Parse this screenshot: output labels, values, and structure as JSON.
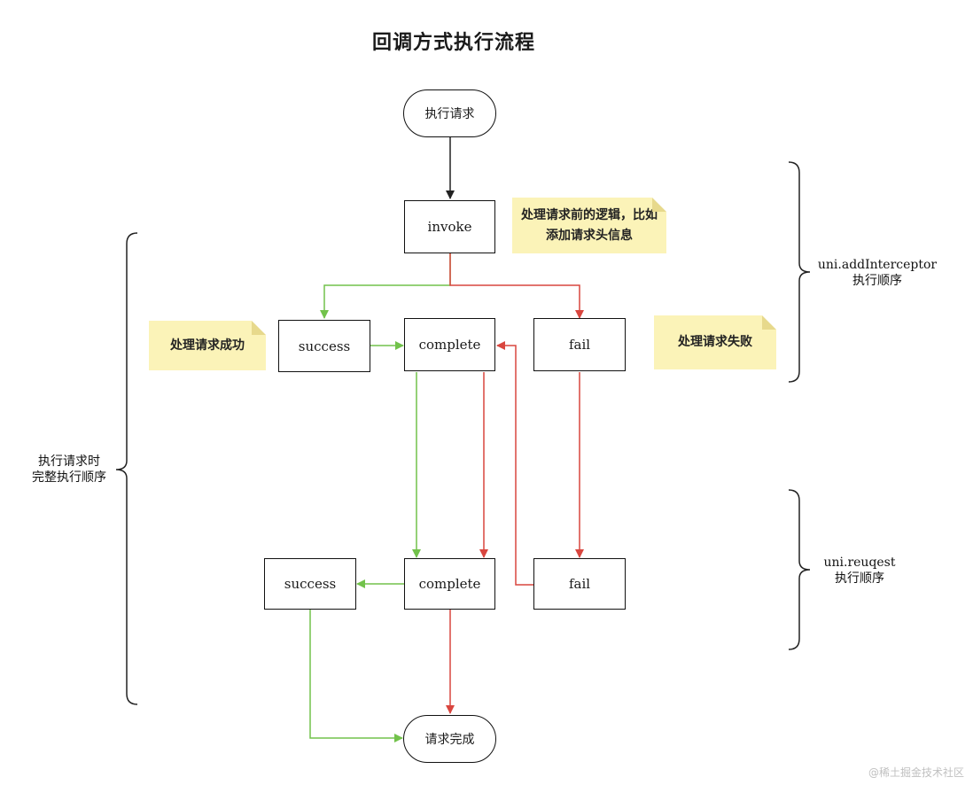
{
  "title": "回调方式执行流程",
  "nodes": {
    "start": "执行请求",
    "invoke": "invoke",
    "success_top": "success",
    "complete_top": "complete",
    "fail_top": "fail",
    "complete_bottom": "complete",
    "success_bottom": "success",
    "fail_bottom": "fail",
    "end": "请求完成"
  },
  "notes": {
    "invoke_line1": "处理请求前的逻辑，比如",
    "invoke_line2": "添加请求头信息",
    "success": "处理请求成功",
    "fail": "处理请求失败"
  },
  "brackets": {
    "left_line1": "执行请求时",
    "left_line2": "完整执行顺序",
    "interceptor_line1": "uni.addInterceptor",
    "interceptor_line2": "执行顺序",
    "request_line1": "uni.reuqest",
    "request_line2": "执行顺序"
  },
  "colors": {
    "success": "#72c24b",
    "fail": "#d9463f",
    "neutral": "#222222",
    "note": "#fbf3b8"
  },
  "watermark": "@稀土掘金技术社区"
}
